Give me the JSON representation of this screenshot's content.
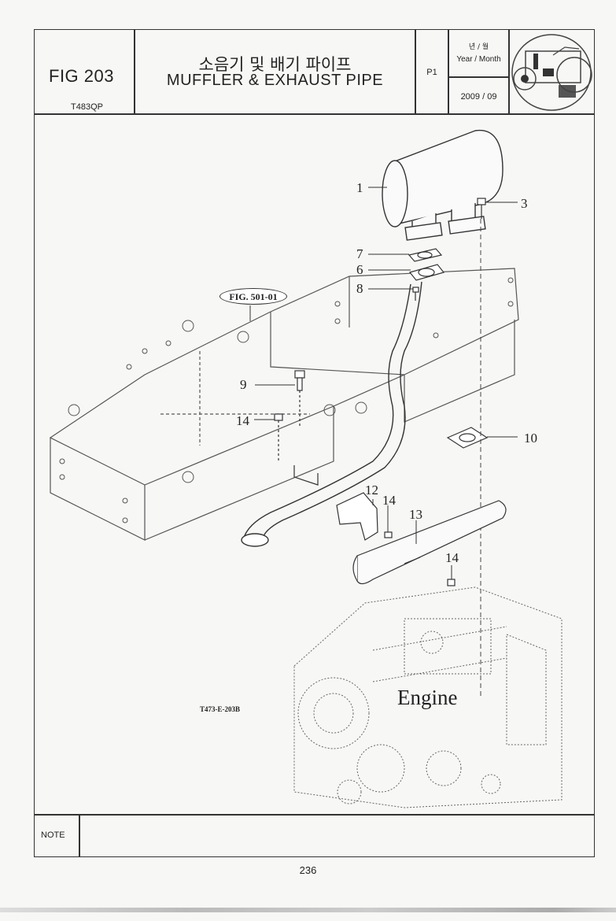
{
  "header": {
    "fig_code": "FIG 203",
    "model_code": "T483QP",
    "title_korean": "소음기 및 배기 파이프",
    "title_english": "MUFFLER & EXHAUST PIPE",
    "page_code": "P1",
    "year_month_korean": "년 / 월",
    "year_month_english": "Year / Month",
    "date": "2009  / 09",
    "thumbnail_icon": "tractor-icon"
  },
  "diagram": {
    "callouts": [
      "1",
      "3",
      "7",
      "6",
      "8",
      "9",
      "14",
      "10",
      "12",
      "14",
      "13",
      "14"
    ],
    "figure_reference": "FIG. 501-01",
    "engine_label": "Engine",
    "drawing_id": "T473-E-203B"
  },
  "footer": {
    "note_label": "NOTE",
    "page_number": "236"
  }
}
